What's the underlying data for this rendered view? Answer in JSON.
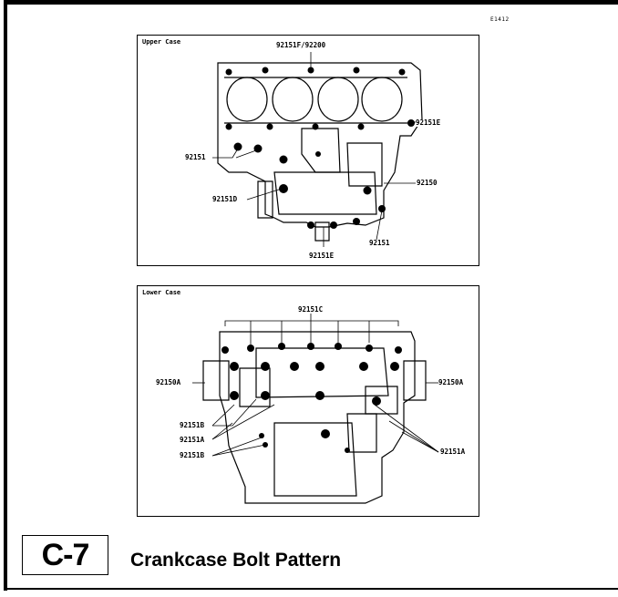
{
  "figure_id": "E1412",
  "upper_panel": {
    "title": "Upper Case",
    "callouts": {
      "top": "92151F/92200",
      "right": "92151E",
      "left": "92151",
      "side": "92150",
      "lower_left": "92151D",
      "lower_right": "92151",
      "bottom": "92151E"
    }
  },
  "lower_panel": {
    "title": "Lower Case",
    "callouts": {
      "top": "92151C",
      "left": "92150A",
      "right": "92150A",
      "b1": "92151B",
      "a1": "92151A",
      "b2": "92151B",
      "a2": "92151A"
    }
  },
  "section_code": "C-7",
  "caption": "Crankcase Bolt Pattern"
}
